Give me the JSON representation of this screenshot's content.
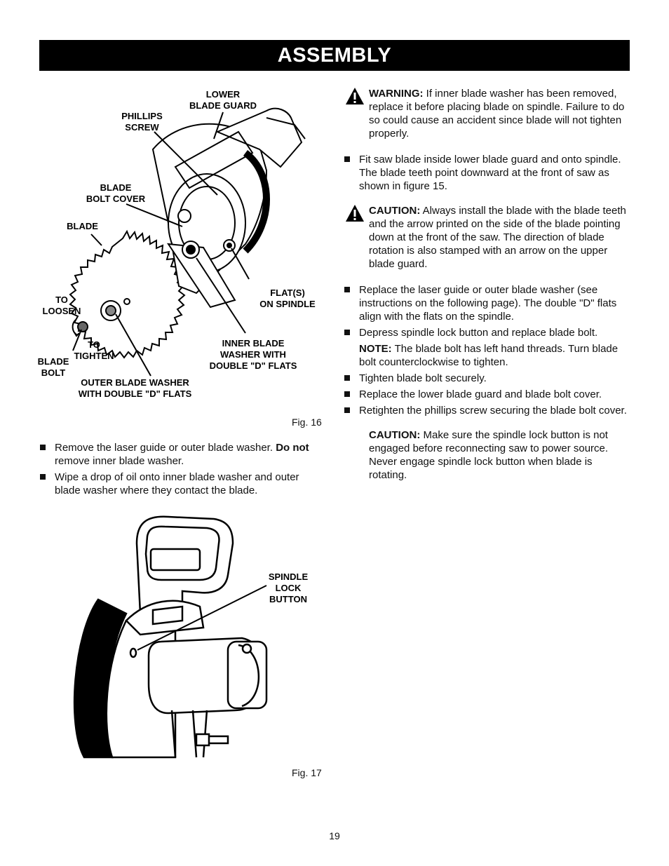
{
  "header": {
    "title": "ASSEMBLY"
  },
  "fig16": {
    "caption": "Fig. 16",
    "labels": {
      "lower_blade_guard_1": "LOWER",
      "lower_blade_guard_2": "BLADE GUARD",
      "phillips_screw_1": "PHILLIPS",
      "phillips_screw_2": "SCREW",
      "blade_bolt_cover_1": "BLADE",
      "blade_bolt_cover_2": "BOLT COVER",
      "blade": "BLADE",
      "to_loosen_1": "TO",
      "to_loosen_2": "LOOSEN",
      "to_tighten_1": "TO",
      "to_tighten_2": "TIGHTEN",
      "blade_bolt_1": "BLADE",
      "blade_bolt_2": "BOLT",
      "flats_on_spindle_1": "FLAT(S)",
      "flats_on_spindle_2": "ON SPINDLE",
      "inner_washer_1": "INNER BLADE",
      "inner_washer_2": "WASHER WITH",
      "inner_washer_3": "DOUBLE \"D\" FLATS",
      "outer_washer_1": "OUTER BLADE WASHER",
      "outer_washer_2": "WITH DOUBLE \"D\" FLATS"
    }
  },
  "left_steps": [
    {
      "text": "Remove the laser guide or outer blade washer. ",
      "bold": "Do not",
      "tail": " remove inner blade washer."
    },
    {
      "text": "Wipe a drop of oil onto inner blade washer and outer blade washer where they contact the blade."
    }
  ],
  "fig17": {
    "caption": "Fig. 17",
    "labels": {
      "spindle_1": "SPINDLE",
      "spindle_2": "LOCK",
      "spindle_3": "BUTTON"
    }
  },
  "right": {
    "warning": {
      "title": "WARNING:",
      "text": " If inner blade washer has been removed, replace it before placing blade on spindle. Failure to do so could cause an accident since blade will not tighten properly."
    },
    "step1": "Fit saw blade inside lower blade guard and onto spindle. The blade teeth point downward at the front of saw as shown in figure 15.",
    "caution1": {
      "title": "CAUTION:",
      "text": " Always install the blade with the blade teeth and the arrow printed on the side of the blade pointing down at the front of the saw. The direction of blade rotation is also stamped with an arrow on the upper blade guard."
    },
    "step2": "Replace the laser guide or outer blade washer (see instructions on the following page). The double \"D\" flats align with the flats on the spindle.",
    "step3": "Depress spindle lock button and replace blade bolt.",
    "note": {
      "title": "NOTE:",
      "text": " The blade bolt has left hand threads. Turn blade bolt counterclockwise to tighten."
    },
    "step4": "Tighten blade bolt securely.",
    "step5": "Replace the lower blade guard and blade bolt cover.",
    "step6": "Retighten the phillips screw securing the blade bolt cover.",
    "caution2": {
      "title": "CAUTION:",
      "text": " Make sure the spindle lock button is not engaged before reconnecting saw to power source. Never engage spindle lock button when blade is rotating."
    }
  },
  "page_number": "19"
}
